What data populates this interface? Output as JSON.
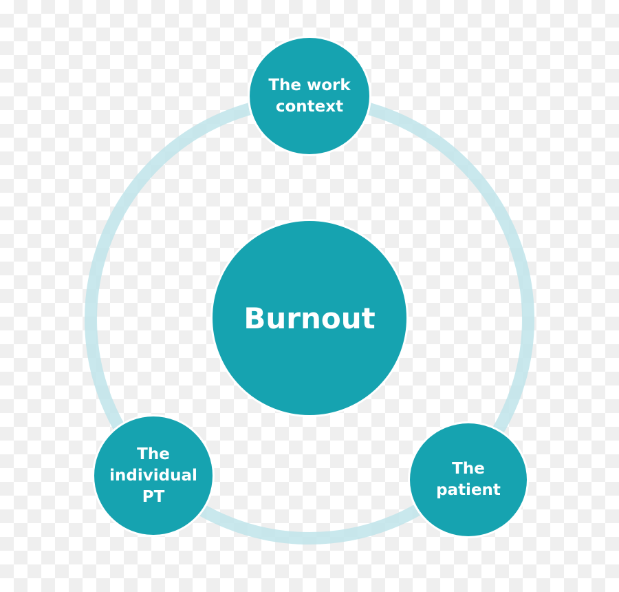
{
  "diagram": {
    "center": {
      "label": "Burnout"
    },
    "nodes": [
      {
        "id": "work-context",
        "lines": [
          "The work",
          "context"
        ]
      },
      {
        "id": "individual-pt",
        "lines": [
          "The",
          "individual",
          "PT"
        ]
      },
      {
        "id": "patient",
        "lines": [
          "The",
          "patient"
        ]
      }
    ]
  },
  "colors": {
    "node_fill": "#16a3b0",
    "node_border": "#ffffff",
    "ring": "#bfe4ea",
    "text": "#ffffff"
  }
}
